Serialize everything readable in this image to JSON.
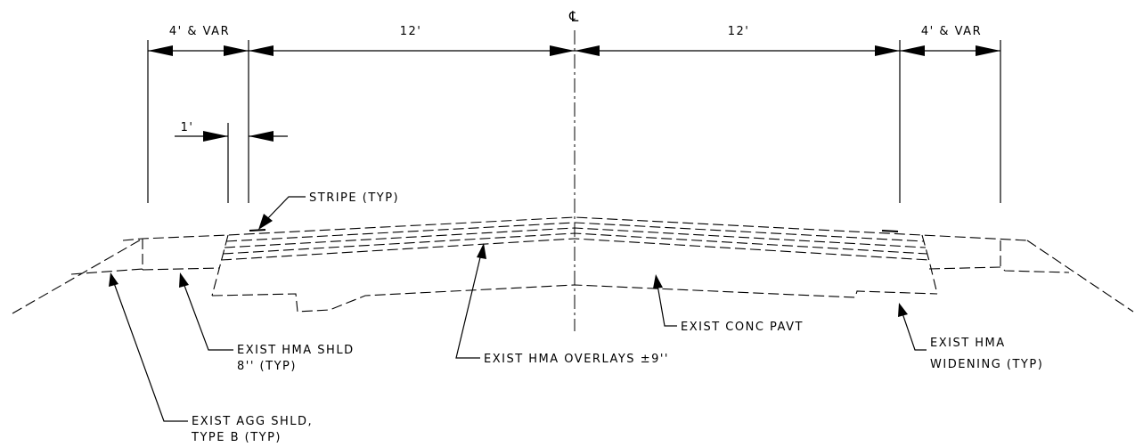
{
  "centerline_symbol": "℄",
  "dimensions": {
    "left_shoulder": "4' & VAR",
    "left_lane": "12'",
    "right_lane": "12'",
    "right_shoulder": "4' & VAR",
    "offset": "1'"
  },
  "callouts": {
    "stripe": "STRIPE (TYP)",
    "hma_shld_line1": "EXIST HMA SHLD",
    "hma_shld_line2": "8'' (TYP)",
    "hma_overlays": "EXIST HMA OVERLAYS ±9''",
    "conc_pavt": "EXIST CONC PAVT",
    "hma_widening_line1": "EXIST HMA",
    "hma_widening_line2": "WIDENING (TYP)",
    "agg_shld_line1": "EXIST AGG SHLD,",
    "agg_shld_line2": "TYPE B (TYP)"
  }
}
